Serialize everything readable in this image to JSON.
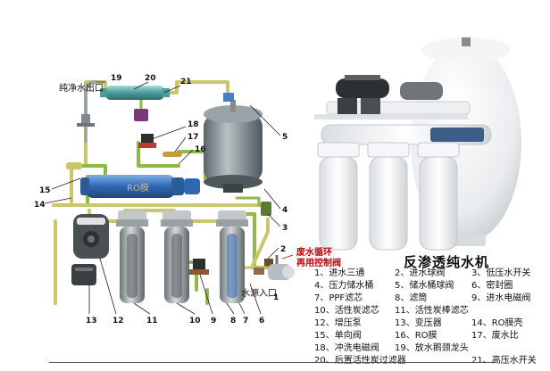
{
  "diagram": {
    "title": "反渗透纯水机",
    "outlet_label": "纯净水出口",
    "inlet_label": "水源入口",
    "wastewater_note_line1": "废水循环",
    "wastewater_note_line2": "再用控制阀",
    "ro_text": "RO膜",
    "callouts": [
      "1",
      "2",
      "3",
      "4",
      "5",
      "6",
      "7",
      "8",
      "9",
      "10",
      "11",
      "12",
      "13",
      "14",
      "15",
      "16",
      "17",
      "18",
      "19",
      "20",
      "21"
    ],
    "legend_rows": [
      [
        "1、进水三通",
        "2、进水球阀",
        "3、低压水开关"
      ],
      [
        "4、压力储水桶",
        "5、储水桶球阀",
        "6、密封圈"
      ],
      [
        "7、PPF滤芯",
        "8、滤筒",
        "9、进水电磁阀"
      ],
      [
        "10、活性炭滤芯",
        "11、活性炭棒滤芯",
        ""
      ],
      [
        "12、增压泵",
        "13、变压器",
        "14、RO膜壳"
      ],
      [
        "15、单向阀",
        "16、RO膜",
        "17、废水比"
      ],
      [
        "18、冲洗电磁阀",
        "19、放水鹅颈龙头",
        ""
      ],
      [
        "20、后置活性炭过滤器",
        "21、高压水开关",
        ""
      ]
    ],
    "colors": {
      "tube_yellow": "#c9c76a",
      "tube_green": "#8fb94a",
      "filter_gray": "#9aa0a3",
      "membrane_blue": "#3a73b8",
      "postcarbon_teal": "#5aa7a6",
      "tank_gray": "#7f8a8e",
      "note_red": "#c00000"
    }
  }
}
